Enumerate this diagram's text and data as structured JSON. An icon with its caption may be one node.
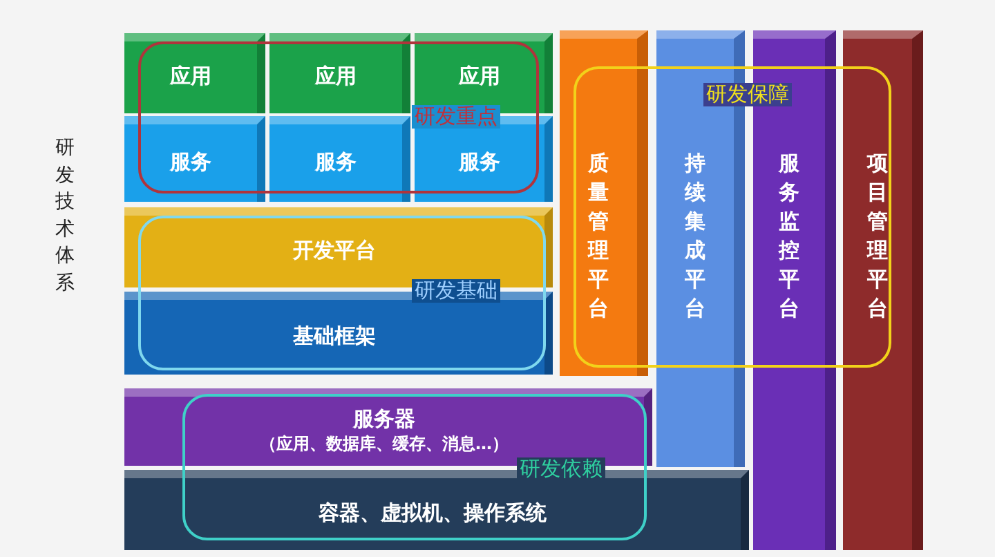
{
  "diagram": {
    "nodes": [
      {
        "text": [
          "应用"
        ]
      },
      {
        "text": [
          "应用"
        ]
      },
      {
        "text": [
          "应用"
        ]
      },
      {
        "text": [
          "服务"
        ]
      },
      {
        "text": [
          "服务"
        ]
      },
      {
        "text": [
          "服务"
        ]
      },
      {
        "text": [
          "开发平台"
        ]
      },
      {
        "text": [
          "基础框架"
        ]
      },
      {
        "text": [
          "服务器",
          "（应用、数据库、缓存、消息…）"
        ]
      },
      {
        "text": [
          "容器、虚拟机、操作系统"
        ]
      },
      {
        "text": [
          "质量管理平台"
        ]
      },
      {
        "text": [
          "持续集成平台"
        ]
      },
      {
        "text": [
          "服务监控平台"
        ]
      },
      {
        "text": [
          "项目管理平台"
        ]
      },
      {
        "text": [
          "研发重点"
        ]
      },
      {
        "text": [
          "研发基础"
        ]
      },
      {
        "text": [
          "研发保障"
        ]
      },
      {
        "text": [
          "研发依赖"
        ]
      }
    ],
    "labels": [
      "研发技术体系"
    ]
  }
}
